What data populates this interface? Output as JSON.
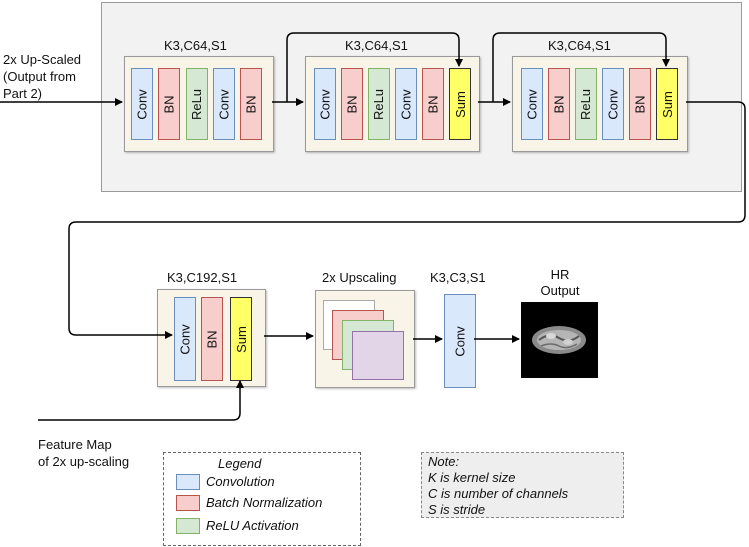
{
  "input_label": [
    "2x Up-Scaled",
    "(Output from",
    "Part 2)"
  ],
  "block1": {
    "title": "K3,C64,S1",
    "layers": [
      "Conv",
      "BN",
      "ReLu",
      "Conv",
      "BN"
    ]
  },
  "block2": {
    "title": "K3,C64,S1",
    "layers": [
      "Conv",
      "BN",
      "ReLu",
      "Conv",
      "BN",
      "Sum"
    ]
  },
  "block3": {
    "title": "K3,C64,S1",
    "layers": [
      "Conv",
      "BN",
      "ReLu",
      "Conv",
      "BN",
      "Sum"
    ]
  },
  "block4": {
    "title": "K3,C192,S1",
    "layers": [
      "Conv",
      "BN",
      "Sum"
    ]
  },
  "upscale": {
    "title": "2x Upscaling"
  },
  "final_conv": {
    "title": "K3,C3,S1",
    "layer": "Conv"
  },
  "output": {
    "title": [
      "HR",
      "Output"
    ]
  },
  "feature_label": [
    "Feature Map",
    "of 2x up-scaling"
  ],
  "legend": {
    "title": "Legend",
    "items": [
      {
        "label": "Convolution",
        "color": "#dae8fc"
      },
      {
        "label": "Batch Normalization",
        "color": "#f8cecc"
      },
      {
        "label": "ReLU Activation",
        "color": "#d5e8d4"
      }
    ]
  },
  "note": {
    "title": "Note:",
    "lines": [
      "K is kernel size",
      "C is number of channels",
      "S is stride"
    ]
  },
  "colors": {
    "conv": "#dae8fc",
    "bn": "#f8cecc",
    "relu": "#d5e8d4",
    "sum": "#ffff66"
  }
}
